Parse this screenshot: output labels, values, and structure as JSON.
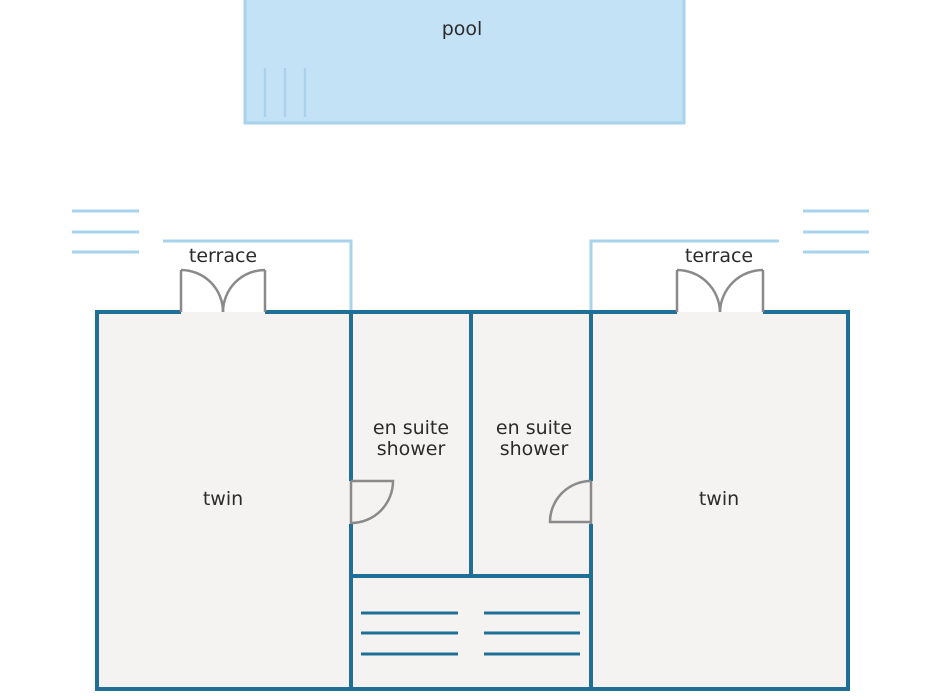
{
  "labels": {
    "pool": "pool",
    "terrace_left": "terrace",
    "terrace_right": "terrace",
    "twin_left": "twin",
    "twin_right": "twin",
    "ensuite_left_line1": "en suite",
    "ensuite_left_line2": "shower",
    "ensuite_right_line1": "en suite",
    "ensuite_right_line2": "shower"
  },
  "colors": {
    "wall": "#1f6f96",
    "pool_fill": "#c4e2f5",
    "pool_edge": "#a9d3ec",
    "room_fill": "#f4f3f2",
    "door": "#8a8a8a"
  }
}
